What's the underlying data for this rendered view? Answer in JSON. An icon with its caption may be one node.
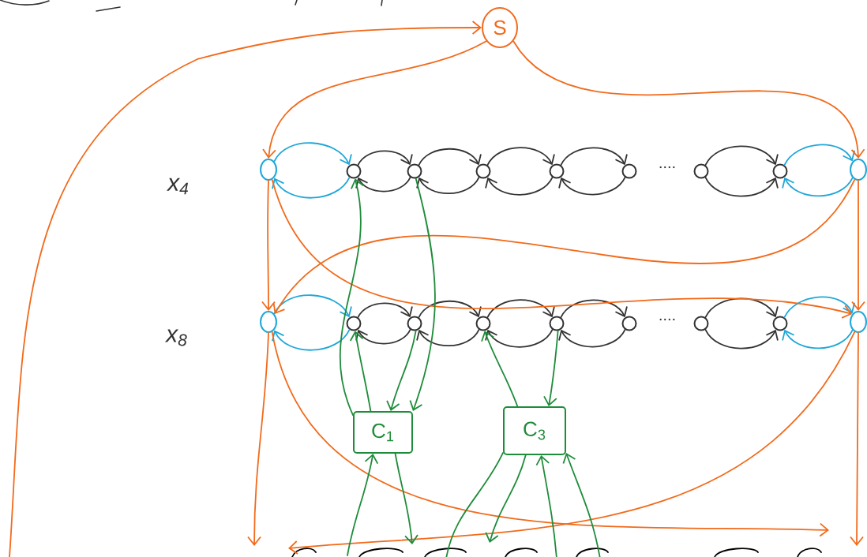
{
  "diagram": {
    "nodes": [
      {
        "text": [
          "S"
        ]
      },
      {
        "text": [],
        "shape": "circle"
      },
      {
        "text": [],
        "shape": "circle"
      },
      {
        "text": [],
        "shape": "circle"
      },
      {
        "text": [],
        "shape": "circle"
      },
      {
        "text": [],
        "shape": "circle"
      },
      {
        "text": [],
        "shape": "circle"
      },
      {
        "text": [],
        "shape": "circle"
      },
      {
        "text": [],
        "shape": "circle"
      },
      {
        "text": [],
        "shape": "circle"
      },
      {
        "text": [],
        "shape": "circle"
      },
      {
        "text": [],
        "shape": "circle"
      },
      {
        "text": [],
        "shape": "circle"
      },
      {
        "text": [],
        "shape": "circle"
      },
      {
        "text": [],
        "shape": "circle"
      },
      {
        "text": [],
        "shape": "circle"
      },
      {
        "text": [],
        "shape": "circle"
      },
      {
        "text": [],
        "shape": "circle"
      },
      {
        "text": [],
        "shape": "circle"
      },
      {
        "text": [
          "C$_{1}$"
        ]
      },
      {
        "text": [
          "C$_{3}$"
        ]
      }
    ],
    "edges": [
      {
        "from": 1,
        "to": 2,
        "arrow": "to",
        "color": "#1ea7d9"
      },
      {
        "from": 2,
        "to": 1,
        "arrow": "to",
        "color": "#1ea7d9"
      },
      {
        "from": 2,
        "to": 3,
        "arrow": "to"
      },
      {
        "from": 3,
        "to": 2,
        "arrow": "to"
      },
      {
        "from": 3,
        "to": 4,
        "arrow": "to"
      },
      {
        "from": 4,
        "to": 3,
        "arrow": "to"
      },
      {
        "from": 4,
        "to": 5,
        "arrow": "to"
      },
      {
        "from": 5,
        "to": 4,
        "arrow": "to"
      },
      {
        "from": 5,
        "to": 6,
        "arrow": "to"
      },
      {
        "from": 6,
        "to": 5,
        "arrow": "to"
      },
      {
        "from": 7,
        "to": 8,
        "arrow": "to"
      },
      {
        "from": 7,
        "to": 8,
        "arrow": "to"
      },
      {
        "from": 8,
        "to": 9,
        "arrow": "to",
        "color": "#1ea7d9"
      },
      {
        "from": 9,
        "to": 8,
        "arrow": "to",
        "color": "#1ea7d9"
      },
      {
        "from": 10,
        "to": 11,
        "arrow": "to",
        "color": "#1ea7d9"
      },
      {
        "from": 11,
        "to": 10,
        "arrow": "to",
        "color": "#1ea7d9"
      },
      {
        "from": 11,
        "to": 12,
        "arrow": "to"
      },
      {
        "from": 12,
        "to": 11,
        "arrow": "to"
      },
      {
        "from": 12,
        "to": 13,
        "arrow": "to"
      },
      {
        "from": 13,
        "to": 12,
        "arrow": "to"
      },
      {
        "from": 13,
        "to": 14,
        "arrow": "to"
      },
      {
        "from": 14,
        "to": 13,
        "arrow": "to"
      },
      {
        "from": 14,
        "to": 15,
        "arrow": "to"
      },
      {
        "from": 15,
        "to": 14,
        "arrow": "to"
      },
      {
        "from": 16,
        "to": 17,
        "arrow": "to"
      },
      {
        "from": 16,
        "to": 17,
        "arrow": "to"
      },
      {
        "from": 17,
        "to": 18,
        "arrow": "to",
        "color": "#1ea7d9"
      },
      {
        "from": 18,
        "to": 17,
        "arrow": "to",
        "color": "#1ea7d9"
      },
      {
        "from": null,
        "to": 0,
        "arrow": "to",
        "color": "#f26a1b"
      },
      {
        "from": 0,
        "to": 1,
        "arrow": "to",
        "color": "#f26a1b"
      },
      {
        "from": 0,
        "to": 9,
        "arrow": "to",
        "color": "#f26a1b"
      },
      {
        "from": 1,
        "to": 10,
        "arrow": "to",
        "color": "#f26a1b"
      },
      {
        "from": 1,
        "to": 18,
        "arrow": "to",
        "color": "#f26a1b"
      },
      {
        "from": 9,
        "to": 10,
        "arrow": "to",
        "color": "#f26a1b"
      },
      {
        "from": 9,
        "to": 18,
        "arrow": "to",
        "color": "#f26a1b"
      },
      {
        "from": 10,
        "to": null,
        "arrow": "to",
        "color": "#f26a1b"
      },
      {
        "from": 10,
        "to": null,
        "arrow": "to",
        "color": "#f26a1b"
      },
      {
        "from": 18,
        "to": null,
        "arrow": "to",
        "color": "#f26a1b"
      },
      {
        "from": 18,
        "to": null,
        "arrow": "to",
        "color": "#f26a1b"
      },
      {
        "from": 19,
        "to": 2,
        "arrow": "to",
        "color": "#1e8c3a"
      },
      {
        "from": 3,
        "to": 19,
        "arrow": "to",
        "color": "#1e8c3a"
      },
      {
        "from": 19,
        "to": 11,
        "arrow": "to",
        "color": "#1e8c3a"
      },
      {
        "from": 12,
        "to": 19,
        "arrow": "to",
        "color": "#1e8c3a"
      },
      {
        "from": 20,
        "to": 13,
        "arrow": "to",
        "color": "#1e8c3a"
      },
      {
        "from": 14,
        "to": 20,
        "arrow": "to",
        "color": "#1e8c3a"
      },
      {
        "from": null,
        "to": 19,
        "arrow": "to",
        "color": "#1e8c3a"
      },
      {
        "from": 19,
        "to": null,
        "arrow": "to",
        "color": "#1e8c3a"
      },
      {
        "from": 20,
        "to": null,
        "arrow": "none",
        "color": "#1e8c3a"
      },
      {
        "from": 20,
        "to": null,
        "arrow": "to",
        "color": "#1e8c3a"
      },
      {
        "from": null,
        "to": 20,
        "arrow": "to",
        "color": "#1e8c3a"
      },
      {
        "from": null,
        "to": 20,
        "arrow": "to",
        "color": "#1e8c3a"
      }
    ],
    "labels": [
      "x$_{4}$",
      "....",
      "x$_{8}$",
      "...."
    ]
  }
}
